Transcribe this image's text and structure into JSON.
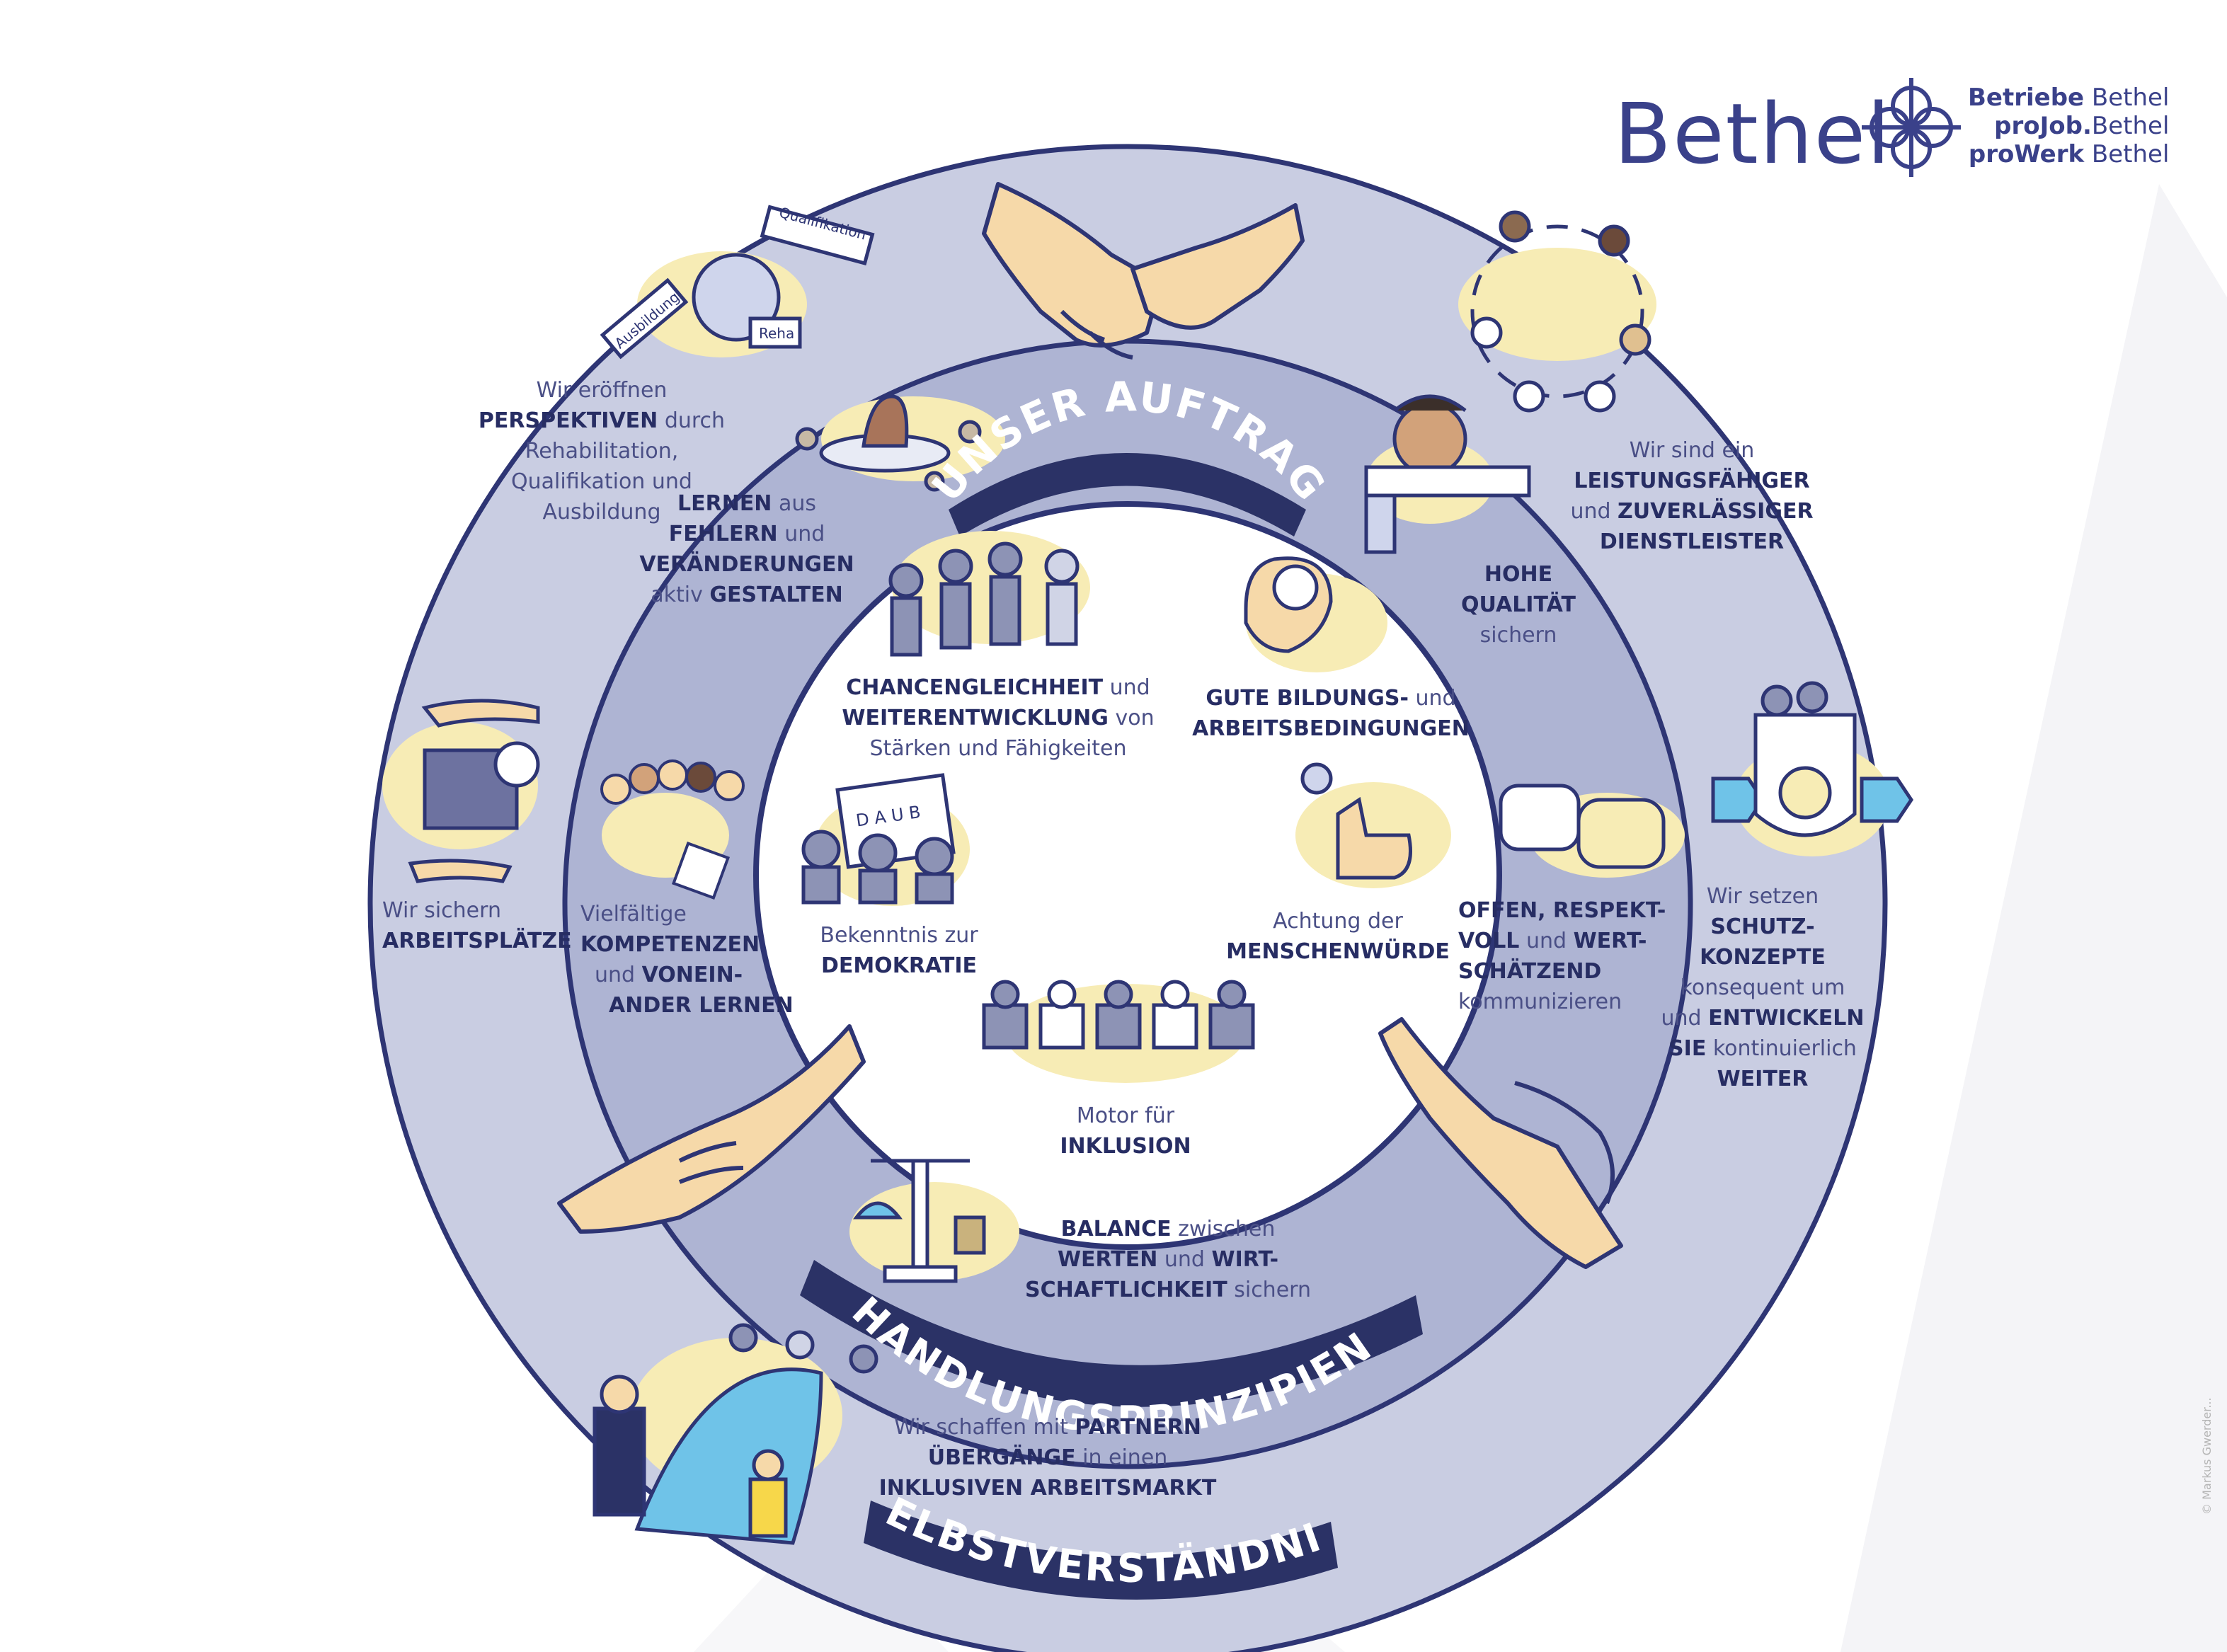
{
  "logo": {
    "wordmark": "Bethel",
    "line1_bold": "Betriebe",
    "line1_rest": " Bethel",
    "line2_bold": "proJob.",
    "line2_rest": "Bethel",
    "line3_bold": "proWerk",
    "line3_rest": " Bethel"
  },
  "ring_labels": {
    "inner": "UNSER AUFTRAG",
    "middle": "HANDLUNGSPRINZIPIEN",
    "outer": "SELBSTVERSTÄNDNIS"
  },
  "icon_labels": {
    "ausbildung": "Ausbildung",
    "qualifikation": "Qualifikation",
    "reha": "Reha",
    "chart_letters": "D A U B"
  },
  "auftrag": {
    "chancen": [
      "CHANCENGLEICHHEIT",
      " und",
      "WEITERENTWICKLUNG",
      " von",
      "Stärken und Fähigkeiten"
    ],
    "bildung": [
      "GUTE BILDUNGS-",
      " und",
      "ARBEITSBEDINGUNGEN"
    ],
    "demokratie": [
      "Bekenntnis zur",
      "DEMOKRATIE"
    ],
    "menschenwuerde": [
      "Achtung der",
      "MENSCHENWÜRDE"
    ],
    "inklusion": [
      "Motor für",
      "INKLUSION"
    ]
  },
  "prinzipien": {
    "fehler": [
      "LERNEN",
      " aus",
      "FEHLERN",
      " und",
      "VERÄNDERUNGEN",
      "aktiv ",
      "GESTALTEN"
    ],
    "qualitaet": [
      "HOHE",
      "QUALITÄT",
      "sichern"
    ],
    "kompetenzen": [
      "Vielfältige",
      "KOMPETENZEN",
      "und ",
      "VONEIN-",
      "ANDER LERNEN"
    ],
    "kommunikation": [
      "OFFEN, RESPEKT-",
      "VOLL",
      " und ",
      "WERT-",
      "SCHÄTZEND",
      "kommunizieren"
    ],
    "balance": [
      "BALANCE",
      " zwischen",
      "WERTEN",
      " und ",
      "WIRT-",
      "SCHAFTLICHKEIT",
      " sichern"
    ]
  },
  "selbst": {
    "perspektiven": [
      "Wir eröffnen",
      "PERSPEKTIVEN",
      " durch",
      "Rehabilitation,",
      "Qualifikation und",
      "Ausbildung"
    ],
    "dienstleister": [
      "Wir sind ein",
      "LEISTUNGSFÄHIGER",
      "und ",
      "ZUVERLÄSSIGER",
      "DIENSTLEISTER"
    ],
    "arbeitsplaetze": [
      "Wir sichern",
      "ARBEITSPLÄTZE"
    ],
    "schutz": [
      "Wir setzen",
      "SCHUTZ-",
      "KONZEPTE",
      "konsequent um",
      "und ",
      "ENTWICKELN",
      "SIE",
      " kontinuierlich",
      "WEITER"
    ],
    "partner": [
      "Wir schaffen mit ",
      "PARTNERN",
      "ÜBERGÄNGE",
      " in einen",
      "INKLUSIVEN ARBEITSMARKT"
    ]
  },
  "credit": "© Markus Gwerder...",
  "colors": {
    "outer_ring": "#c9cde2",
    "middle_ring": "#aeb4d3",
    "outline": "#2e3574",
    "center": "#ffffff",
    "highlight": "#f7ecb5",
    "skin": "#f6d9a9",
    "banner": "#2b3266"
  }
}
